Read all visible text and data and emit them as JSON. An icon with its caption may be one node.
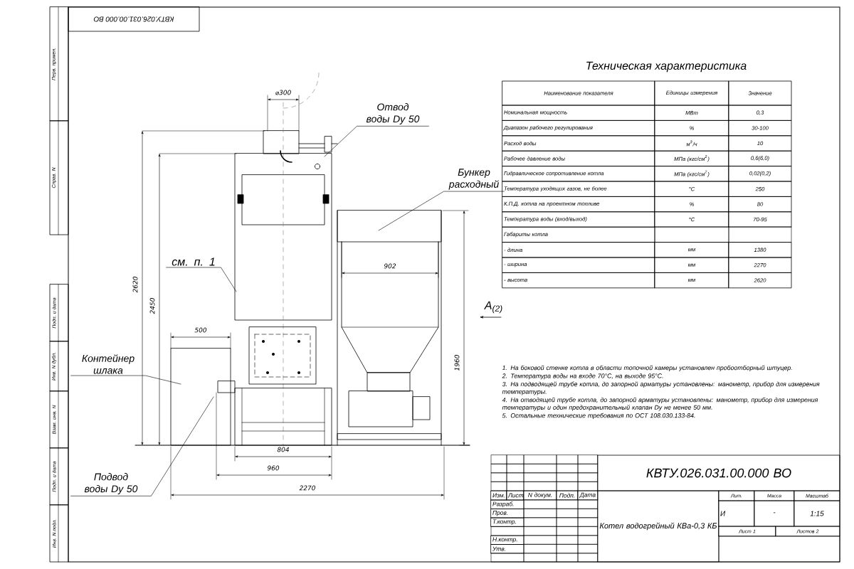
{
  "diagram": {
    "nodes": [
      {
        "text": [
          "Отвод воды Dy 50"
        ]
      },
      {
        "text": [
          "Бункер расходный"
        ]
      },
      {
        "text": [
          "см. п. 1"
        ]
      },
      {
        "text": [
          "Контейнер шлака"
        ]
      },
      {
        "text": [
          "Подвод воды Dy 50"
        ]
      }
    ],
    "edges": [
      {
        "from": 0,
        "to": null,
        "arrow": "none"
      },
      {
        "from": 1,
        "to": null,
        "arrow": "none"
      },
      {
        "from": 2,
        "to": null,
        "arrow": "none"
      },
      {
        "from": 3,
        "to": null,
        "arrow": "none"
      },
      {
        "from": 4,
        "to": null,
        "arrow": "none"
      }
    ],
    "labels": [
      "⌀300",
      "902",
      "2620",
      "2450",
      "1960",
      "500",
      "804",
      "960",
      "2270",
      "A$_{(2)}$",
      "Техническая характеристика",
      "Наименование показателя",
      "Единицы измерения",
      "Значение",
      "Номинальная мощность",
      "МВт",
      "0,3",
      "Диапазон рабочего регулирования",
      "%",
      "30-100",
      "Расход воды",
      "м$^{3}$/ч",
      "10",
      "Рабочее давление воды",
      "МПа (кгс/см$^{2}$)",
      "0,6(6,0)",
      "Гидравлическое сопротивление котла",
      "МПа (кгс/см$^{2}$)",
      "0,02(0,2)",
      "Температура уходящих газов, не более",
      "°С",
      "250",
      "К.П.Д. котла на проектном топливе",
      "%",
      "80",
      "Температура воды (вход/выход)",
      "°С",
      "70-95",
      "Габариты котла",
      "- длина",
      "мм",
      "1380",
      "- ширина",
      "мм",
      "2270",
      "- высота",
      "мм",
      "2620",
      "1. На боковой стенке котла в области топочной камеры установлен пробоотборный штуцер.",
      "2. Температура воды на входе 70°С, на выходе 95°С.",
      "3. На подводящей трубе котла, до запорной арматуры установлены: манометр, прибор для измерения температуры.",
      "4. На отводящей трубе котла, до запорной арматуры установлены: манометр, прибор для измерения температуры и один предохранительный клапан Dу не менее 50 мм.",
      "5. Остальные технические требования по ОСТ 108.030.133-84.",
      "КВТУ.026.031.00.000 ВО",
      "Котел водогрейный КВа-0,3 КБ",
      "Лит.",
      "Масса",
      "Масштаб",
      "И",
      "-",
      "1:15",
      "Лист 1",
      "Листов 2",
      "Изм.",
      "Лист",
      "N докум.",
      "Подп.",
      "Дата",
      "Разраб.",
      "Пров.",
      "Т.контр.",
      "Н.контр.",
      "Утв.",
      "Перв. примен.",
      "Справ. N",
      "Подп. и дата",
      "Инв. N дубл.",
      "Взам. инв. N",
      "Подп. и дата",
      "Инв. N подл.",
      "КВТУ.026.031.00.000 ВО"
    ]
  }
}
